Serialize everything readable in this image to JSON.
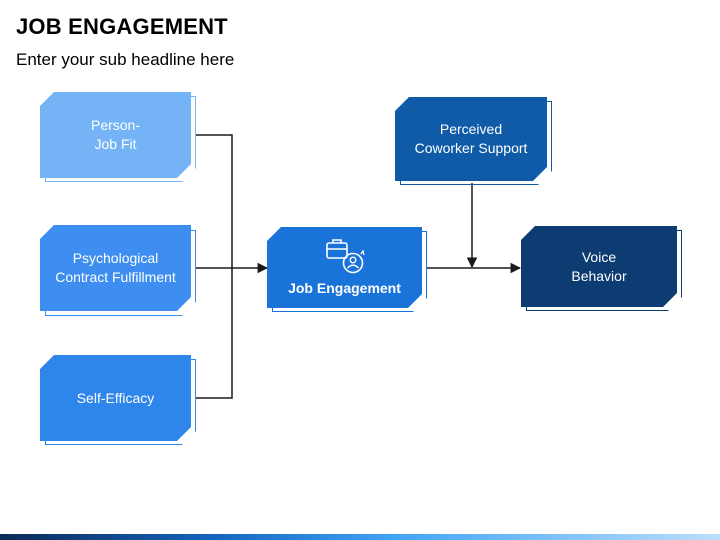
{
  "header": {
    "title": "JOB ENGAGEMENT",
    "subtitle": "Enter your sub headline here"
  },
  "nodes": {
    "person_job_fit": "Person-\nJob Fit",
    "psychological_contract": "Psychological\nContract Fulfillment",
    "self_efficacy": "Self-Efficacy",
    "job_engagement": "Job Engagement",
    "perceived_coworker_support": "Perceived\nCoworker Support",
    "voice_behavior": "Voice\nBehavior"
  },
  "colors": {
    "person_job_fit": "#74b3f5",
    "psychological_contract": "#3d8ef0",
    "self_efficacy": "#2f86ea",
    "job_engagement": "#1a73d9",
    "perceived_coworker_support": "#0f5ba8",
    "voice_behavior": "#0d3c73",
    "connector": "#1a1a1a"
  },
  "icons": {
    "job_engagement": "briefcase-person-cycle-icon"
  }
}
